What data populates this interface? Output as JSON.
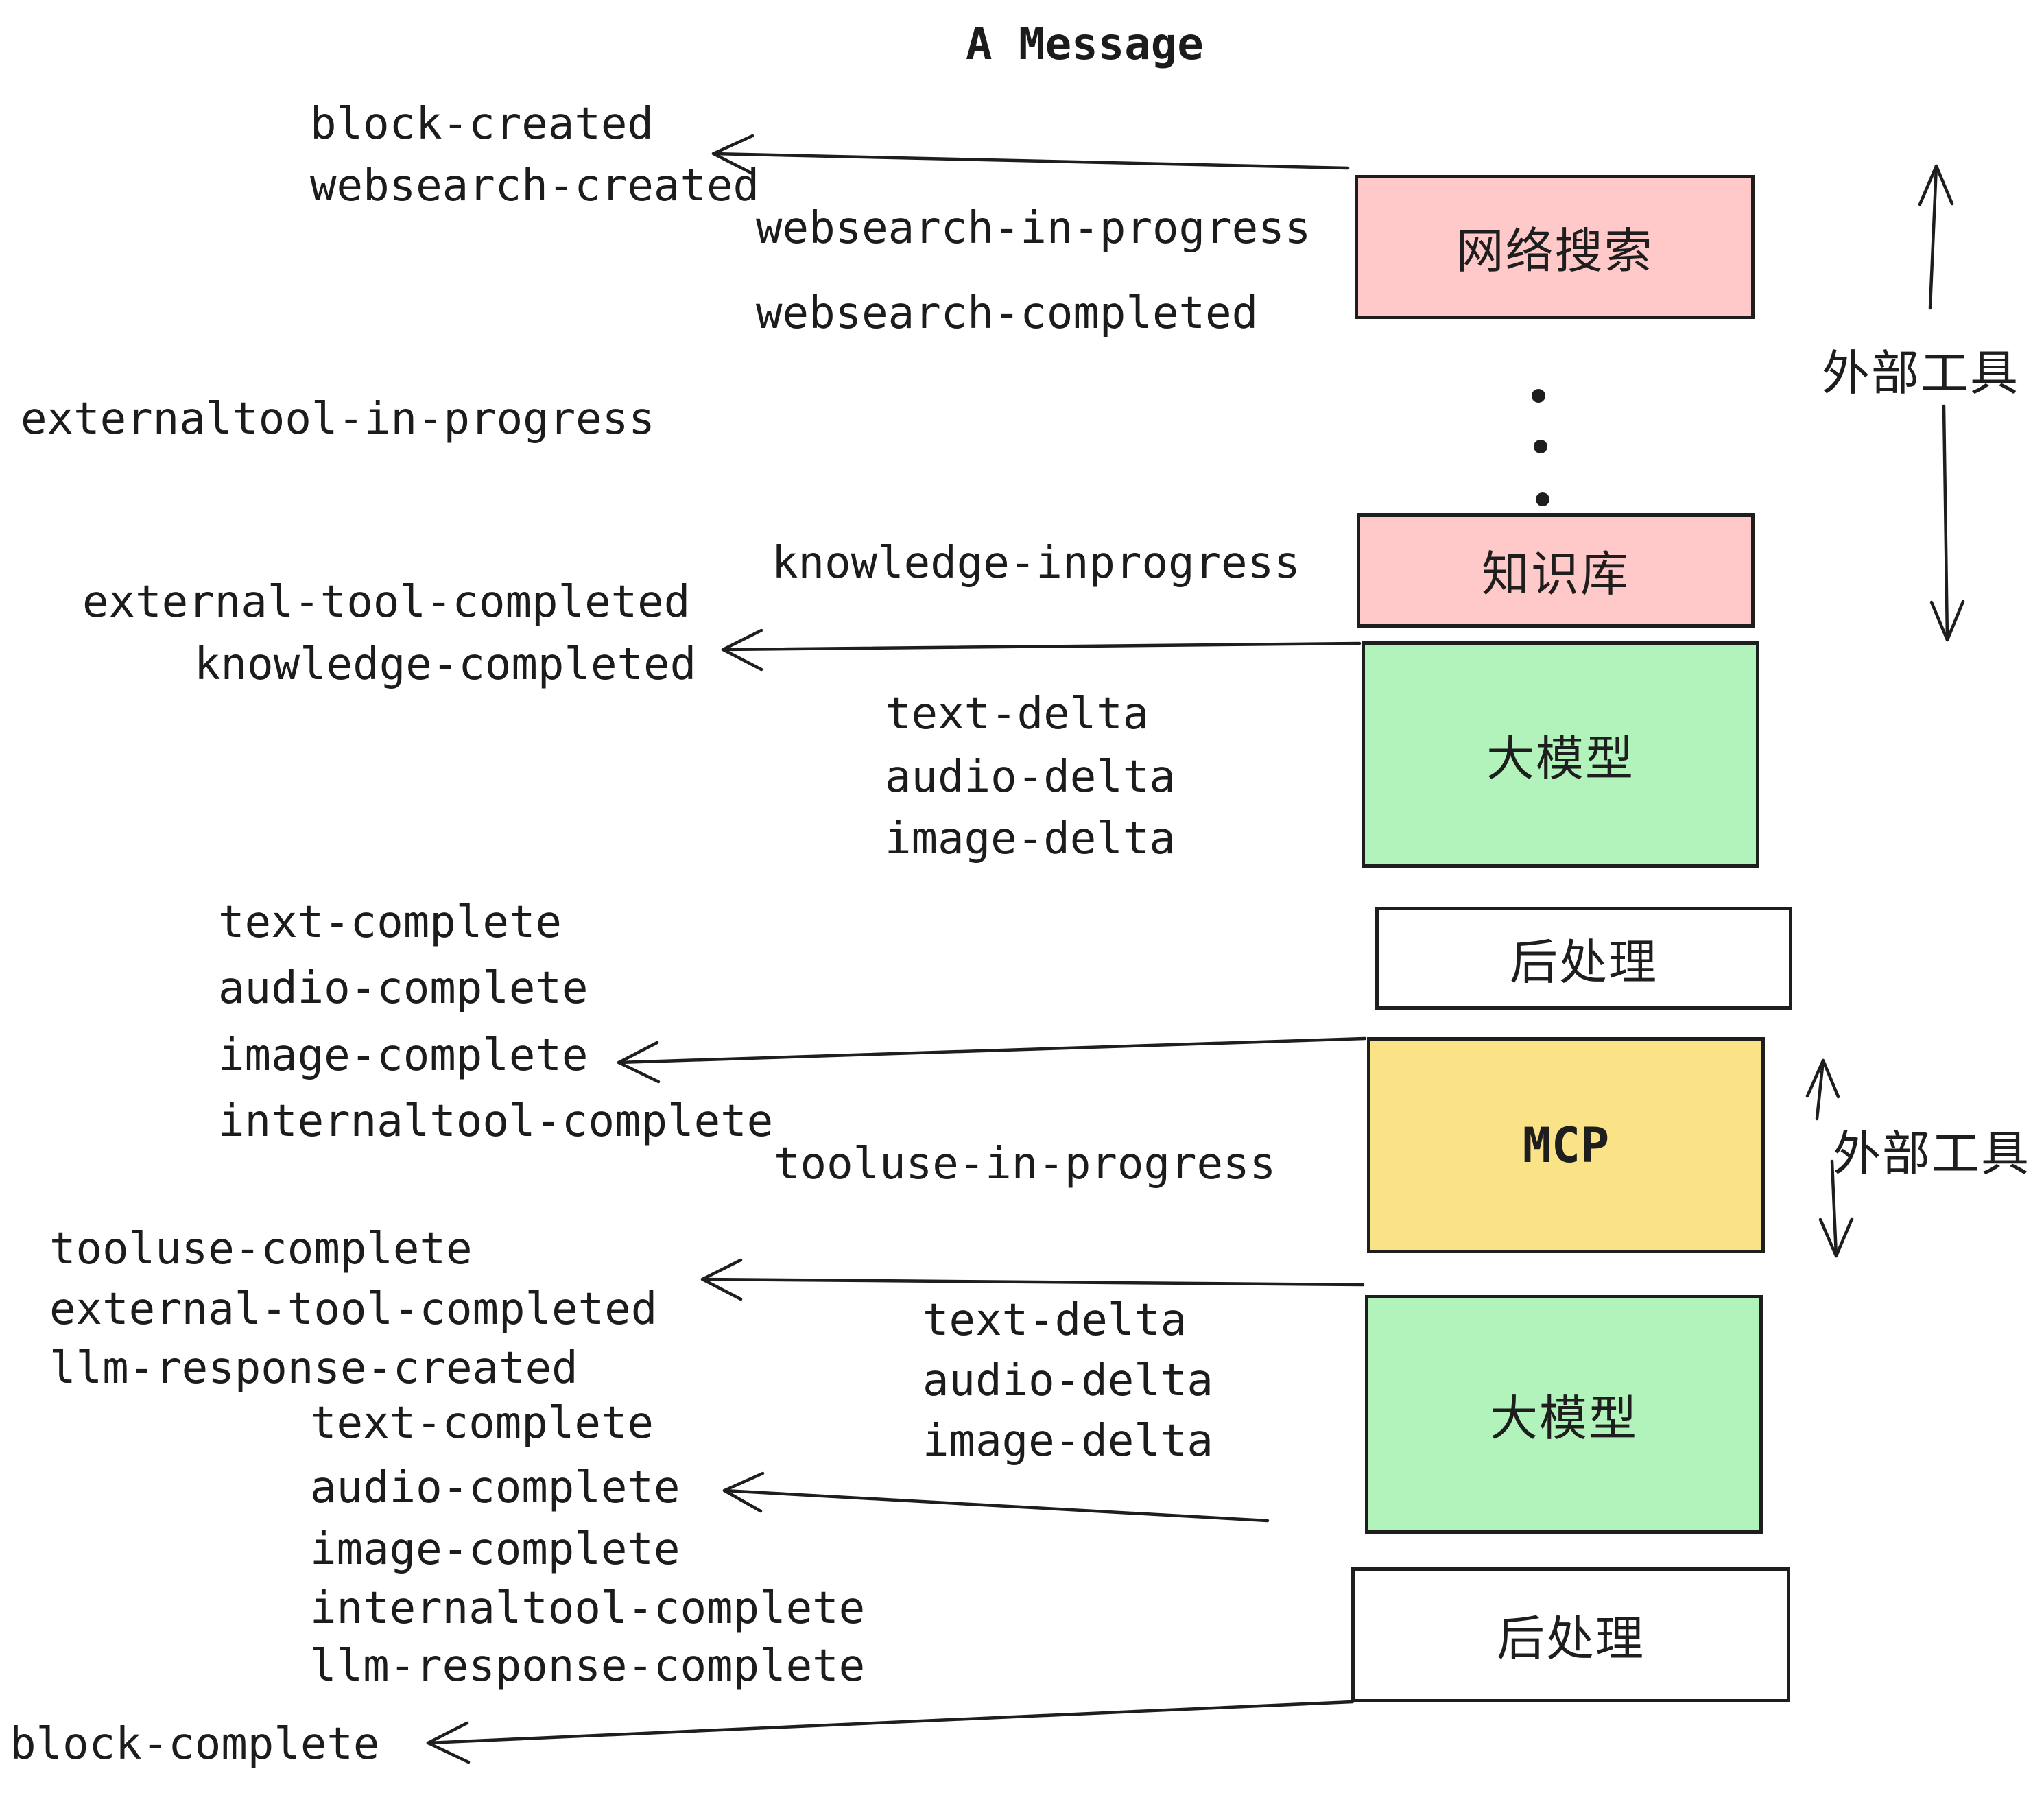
{
  "title": "A Message",
  "events": {
    "block_created": "block-created",
    "websearch_created": "websearch-created",
    "websearch_in_progress": "websearch-in-progress",
    "websearch_completed": "websearch-completed",
    "externaltool_in_progress": "externaltool-in-progress",
    "knowledge_inprogress": "knowledge-inprogress",
    "external_tool_completed": "external-tool-completed",
    "knowledge_completed": "knowledge-completed",
    "text_delta": "text-delta",
    "audio_delta": "audio-delta",
    "image_delta": "image-delta",
    "text_complete": "text-complete",
    "audio_complete": "audio-complete",
    "image_complete": "image-complete",
    "internaltool_complete": "internaltool-complete",
    "tooluse_in_progress": "tooluse-in-progress",
    "tooluse_complete": "tooluse-complete",
    "llm_response_created": "llm-response-created",
    "llm_response_complete": "llm-response-complete",
    "block_complete": "block-complete"
  },
  "nodes": {
    "websearch": {
      "label": "网络搜索",
      "fill": "#ffc9c9"
    },
    "knowledge": {
      "label": "知识库",
      "fill": "#ffc9c9"
    },
    "llm_top": {
      "label": "大模型",
      "fill": "#b2f2bb"
    },
    "post_top": {
      "label": "后处理",
      "fill": "#ffffff"
    },
    "mcp": {
      "label": "MCP",
      "fill": "#fae287"
    },
    "llm_bottom": {
      "label": "大模型",
      "fill": "#b2f2bb"
    },
    "post_bottom": {
      "label": "后处理",
      "fill": "#ffffff"
    }
  },
  "annotations": {
    "external_tools_top": "外部工具",
    "external_tools_mid": "外部工具"
  },
  "colors": {
    "ink": "#1e1e1e",
    "pink": "#ffc9c9",
    "green": "#b2f2bb",
    "yellow": "#fae287",
    "white": "#ffffff"
  }
}
